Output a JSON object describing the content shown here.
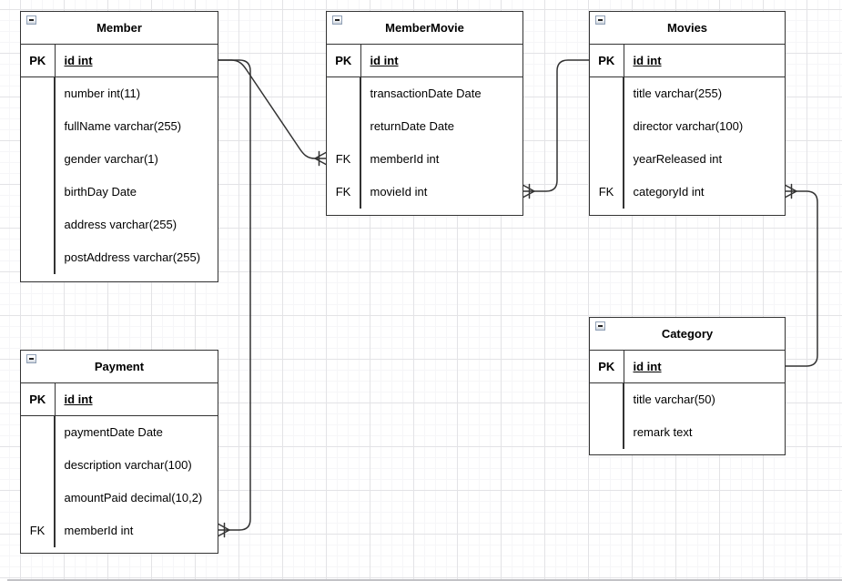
{
  "diagram": {
    "type": "entity-relationship",
    "line_color": "#333333",
    "pk_label": "PK",
    "fk_label": "FK"
  },
  "entities": [
    {
      "title": "Member",
      "pk_label": "PK",
      "pk_field": "id int",
      "rows": [
        {
          "key": "",
          "field": "number int(11)"
        },
        {
          "key": "",
          "field": "fullName varchar(255)"
        },
        {
          "key": "",
          "field": "gender varchar(1)"
        },
        {
          "key": "",
          "field": "birthDay Date"
        },
        {
          "key": "",
          "field": "address varchar(255)"
        },
        {
          "key": "",
          "field": "postAddress varchar(255)"
        }
      ]
    },
    {
      "title": "MemberMovie",
      "pk_label": "PK",
      "pk_field": "id int",
      "rows": [
        {
          "key": "",
          "field": "transactionDate Date"
        },
        {
          "key": "",
          "field": "returnDate Date"
        },
        {
          "key": "FK",
          "field": "memberId int"
        },
        {
          "key": "FK",
          "field": "movieId int"
        }
      ]
    },
    {
      "title": "Movies",
      "pk_label": "PK",
      "pk_field": "id int",
      "rows": [
        {
          "key": "",
          "field": "title varchar(255)"
        },
        {
          "key": "",
          "field": "director varchar(100)"
        },
        {
          "key": "",
          "field": "yearReleased int"
        },
        {
          "key": "FK",
          "field": "categoryId int"
        }
      ]
    },
    {
      "title": "Payment",
      "pk_label": "PK",
      "pk_field": "id int",
      "rows": [
        {
          "key": "",
          "field": "paymentDate Date"
        },
        {
          "key": "",
          "field": "description varchar(100)"
        },
        {
          "key": "",
          "field": "amountPaid decimal(10,2)"
        },
        {
          "key": "FK",
          "field": "memberId int"
        }
      ]
    },
    {
      "title": "Category",
      "pk_label": "PK",
      "pk_field": "id int",
      "rows": [
        {
          "key": "",
          "field": "title varchar(50)"
        },
        {
          "key": "",
          "field": "remark text"
        }
      ]
    }
  ],
  "relationships": [
    {
      "from": "Member.id",
      "to": "MemberMovie.memberId",
      "cardinality": "one-to-many"
    },
    {
      "from": "Member.id",
      "to": "Payment.memberId",
      "cardinality": "one-to-many"
    },
    {
      "from": "Movies.id",
      "to": "MemberMovie.movieId",
      "cardinality": "one-to-many"
    },
    {
      "from": "Category.id",
      "to": "Movies.categoryId",
      "cardinality": "one-to-many"
    }
  ]
}
